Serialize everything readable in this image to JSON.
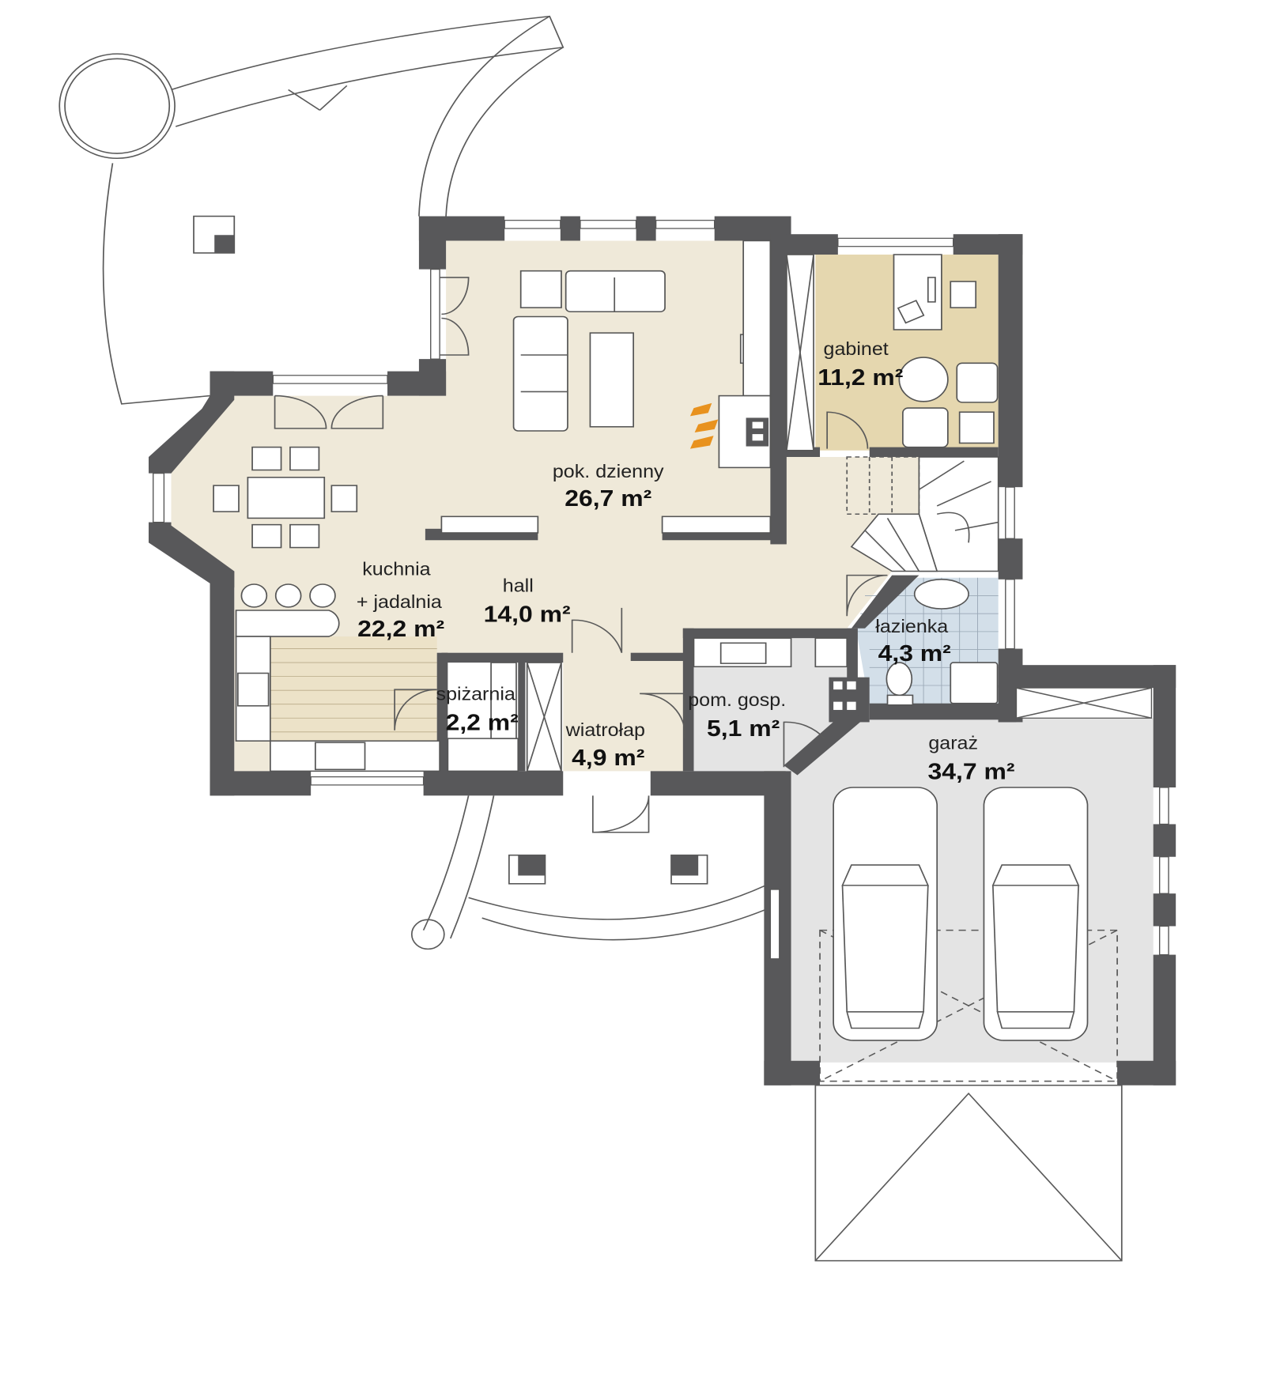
{
  "rooms": [
    {
      "name": "pok. dzienny",
      "area": "26,7 m²"
    },
    {
      "name": "gabinet",
      "area": "11,2 m²"
    },
    {
      "name": "kuchnia",
      "name2": "+ jadalnia",
      "area": "22,2 m²"
    },
    {
      "name": "hall",
      "area": "14,0 m²"
    },
    {
      "name": "spiżarnia",
      "area": "2,2 m²"
    },
    {
      "name": "wiatrołap",
      "area": "4,9 m²"
    },
    {
      "name": "pom. gosp.",
      "area": "5,1 m²"
    },
    {
      "name": "łazienka",
      "area": "4,3 m²"
    },
    {
      "name": "garaż",
      "area": "34,7 m²"
    }
  ],
  "colors": {
    "wall": "#58585a",
    "living_floor": "#efe9d9",
    "study_floor": "#e5d7af",
    "bathroom_floor": "#d3dfe9",
    "utility_floor": "#e4e4e4",
    "fireplace_flame": "#e8921e"
  }
}
